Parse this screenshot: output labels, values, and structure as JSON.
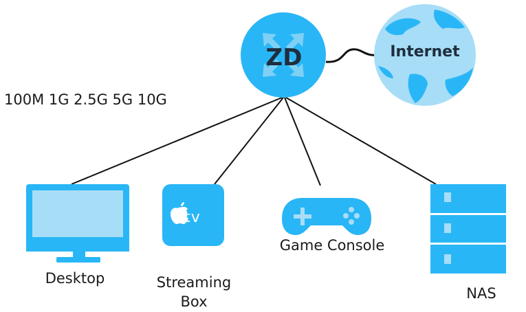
{
  "diagram": {
    "speeds_text": "100M 1G 2.5G 5G 10G",
    "router": {
      "label": "ZD",
      "icon": "router-icon"
    },
    "internet": {
      "label": "Internet",
      "icon": "globe-icon"
    },
    "devices": [
      {
        "label": "Desktop",
        "icon": "desktop-monitor-icon"
      },
      {
        "label_line1": "Streaming",
        "label_line2": "Box",
        "badge": "tv",
        "icon": "streaming-box-icon"
      },
      {
        "label": "Game Console",
        "icon": "game-controller-icon"
      },
      {
        "label": "NAS",
        "icon": "nas-server-icon"
      }
    ],
    "colors": {
      "accent": "#29B6F6",
      "accent_light": "#7FD0F5",
      "globe": "#A7DDF7",
      "screen": "#A8DDF7",
      "dark": "#1F2D3D",
      "line": "#111111"
    }
  }
}
